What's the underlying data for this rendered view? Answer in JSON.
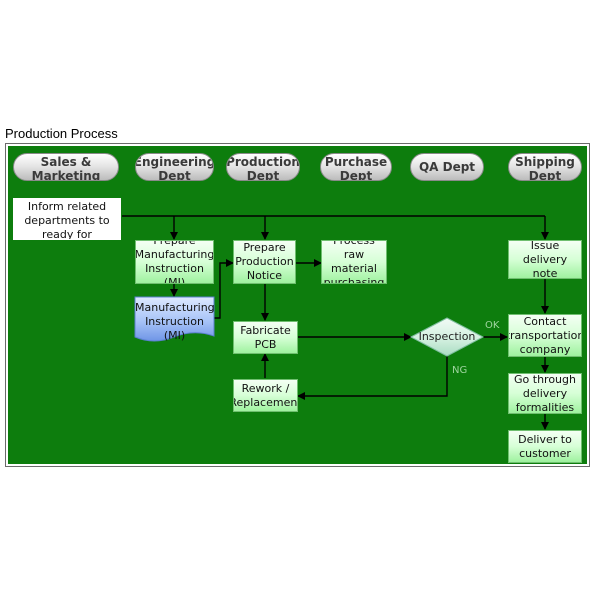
{
  "title": "Production Process",
  "departments": [
    {
      "label": "Sales &\nMarketing Dept"
    },
    {
      "label": "Engineering\nDept"
    },
    {
      "label": "Production\nDept"
    },
    {
      "label": "Purchase\nDept"
    },
    {
      "label": "QA Dept"
    },
    {
      "label": "Shipping\nDept"
    }
  ],
  "nodes": {
    "inform": "Inform related\ndepartments to\nready for production",
    "prepare_mi": "Prepare\nManufacturing\nInstruction (MI)",
    "mi_doc": "Manufacturing\nInstruction\n(MI)",
    "prepare_notice": "Prepare\nProduction\nNotice",
    "process_raw": "Process raw\nmaterial\npurchasing",
    "fabricate": "Fabricate\nPCB",
    "rework": "Rework /\nReplacement",
    "inspection": "Inspection",
    "issue_delivery": "Issue delivery\nnote",
    "contact_transport": "Contact\ntransportation\ncompany",
    "go_through": "Go through\ndelivery\nformalities",
    "deliver": "Deliver to\ncustomer"
  },
  "edge_labels": {
    "ok": "OK",
    "ng": "NG"
  },
  "colors": {
    "background": "#0d7d0d",
    "process_box": "#c8ffc8",
    "document": "#7fa6ee",
    "decision": "#d8f2e6",
    "connector": "#000000"
  }
}
